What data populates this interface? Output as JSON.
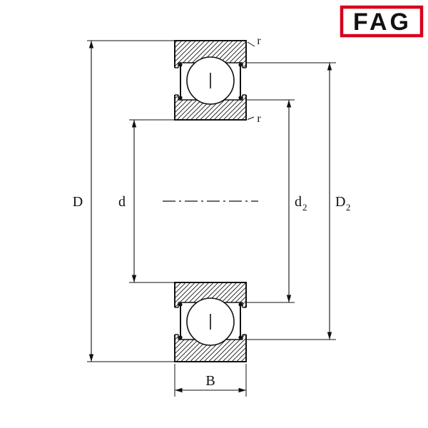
{
  "logo": {
    "text": "FAG",
    "color": "#d6001c"
  },
  "dimension_labels": {
    "D": "D",
    "d": "d",
    "d2_base": "d",
    "d2_sub": "2",
    "D2_base": "D",
    "D2_sub": "2",
    "B": "B",
    "r_top": "r",
    "r_bottom": "r"
  },
  "drawing": {
    "line_color": "#111111",
    "background_color": "#ffffff"
  }
}
